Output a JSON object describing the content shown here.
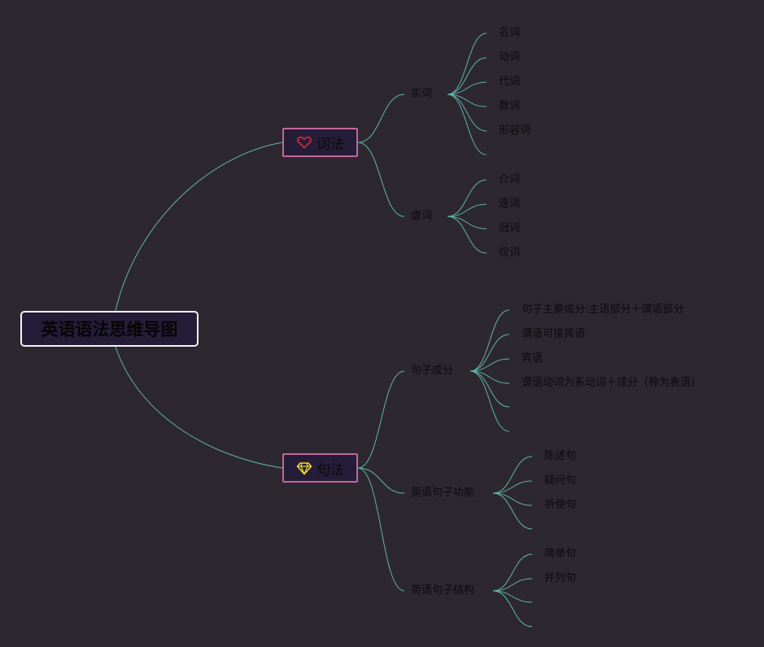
{
  "root": {
    "title": "英语语法思维导图"
  },
  "colors": {
    "background": "#2d2830",
    "edge": "#5fb5a8",
    "root_border": "#f2f2f2",
    "main_border": "#c2679b",
    "node_fill": "#251d38",
    "heart_icon": "#cc2a3a",
    "diamond_icon": "#f2d630"
  },
  "branches": [
    {
      "label": "词法",
      "icon": "heart-icon",
      "children": [
        {
          "label": "实词",
          "leaves": [
            "名词",
            "动词",
            "代词",
            "数词",
            "形容词",
            ""
          ]
        },
        {
          "label": "虚词",
          "leaves": [
            "介词",
            "连词",
            "冠词",
            "叹词"
          ]
        }
      ]
    },
    {
      "label": "句法",
      "icon": "diamond-icon",
      "children": [
        {
          "label": "句子成分",
          "leaves": [
            "句子主要成分:主语部分＋谓语部分",
            "谓语可接宾语",
            "宾语",
            "谓语动词为系动词＋成分（称为表语）",
            "",
            ""
          ]
        },
        {
          "label": "英语句子功能",
          "leaves": [
            "陈述句",
            "疑问句",
            "祈使句",
            ""
          ]
        },
        {
          "label": "英语句子结构",
          "leaves": [
            "简单句",
            "并列句",
            "",
            ""
          ]
        }
      ]
    }
  ]
}
